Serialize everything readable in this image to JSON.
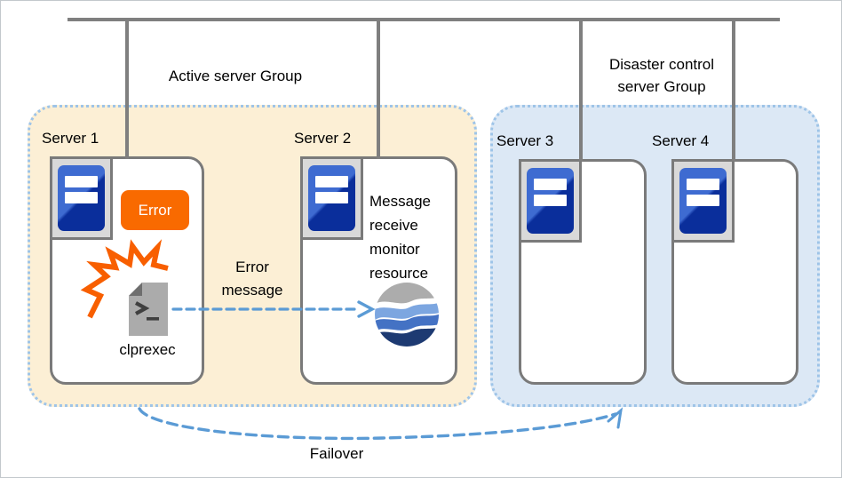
{
  "groups": {
    "active": {
      "label": "Active server Group",
      "fill": "#FCEFD5"
    },
    "disaster": {
      "label_lines": [
        "Disaster control",
        "server Group"
      ],
      "fill": "#DCE8F5"
    },
    "border_color": "#9EC4E8"
  },
  "servers": [
    {
      "label": "Server 1",
      "badge": "Error",
      "tool": "clprexec"
    },
    {
      "label": "Server 2",
      "monitor_lines": [
        "Message",
        "receive",
        "monitor",
        "resource"
      ]
    },
    {
      "label": "Server 3"
    },
    {
      "label": "Server 4"
    }
  ],
  "arrows": {
    "error_message": {
      "label_lines": [
        "Error",
        "message"
      ],
      "color": "#5B9BD5"
    },
    "failover": {
      "label": "Failover",
      "color": "#5B9BD5"
    }
  },
  "icons": {
    "server": "server-tower-icon",
    "clprexec": "terminal-script-icon",
    "monitor_resource": "wave-globe-icon",
    "error": "error-burst-icon",
    "network": "network-bus-lines"
  },
  "colors": {
    "error_badge": "#F96A00",
    "burst_orange": "#F85F00",
    "network_line": "#7F7F7F",
    "card_border": "#7A7A7A",
    "server_blue_light": "#3E6BD1",
    "server_blue_dark": "#0A2E9B",
    "globe_gray": "#ACACAC",
    "globe_light_blue": "#7CA6E0",
    "globe_mid_blue": "#4472C4",
    "globe_dark_blue": "#1D3A72"
  }
}
